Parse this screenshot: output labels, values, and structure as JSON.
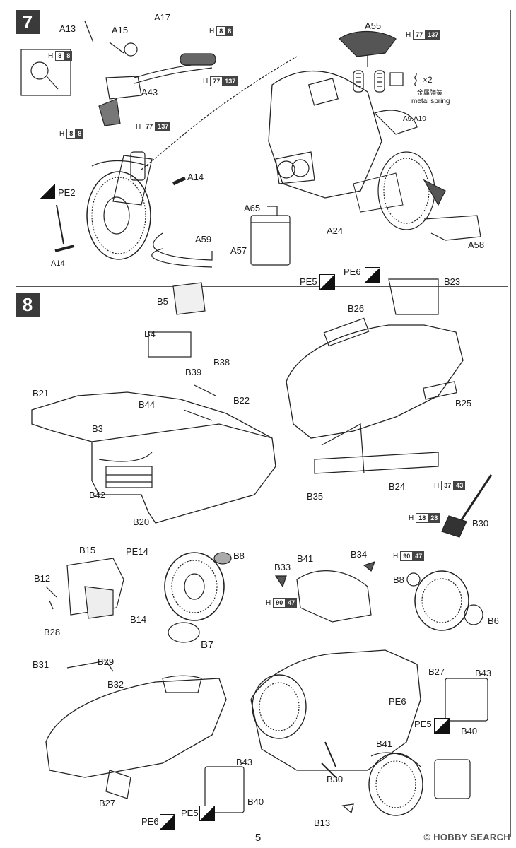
{
  "steps": [
    "7",
    "8"
  ],
  "page_number": "5",
  "watermark": "© HOBBY SEARCH",
  "notes": {
    "spring_count": "×2",
    "spring_cn": "金属弹簧",
    "spring_en": "metal spring"
  },
  "paint_codes": [
    {
      "h": "H",
      "a": "8",
      "b": "8"
    },
    {
      "h": "H",
      "a": "8",
      "b": "8"
    },
    {
      "h": "H",
      "a": "77",
      "b": "137"
    },
    {
      "h": "H",
      "a": "8",
      "b": "8"
    },
    {
      "h": "H",
      "a": "77",
      "b": "137"
    },
    {
      "h": "H",
      "a": "77",
      "b": "137"
    },
    {
      "h": "H",
      "a": "37",
      "b": "43"
    },
    {
      "h": "H",
      "a": "18",
      "b": "28"
    },
    {
      "h": "H",
      "a": "90",
      "b": "47"
    },
    {
      "h": "H",
      "a": "90",
      "b": "47"
    }
  ],
  "labels7": [
    "A13",
    "A15",
    "A17",
    "A43",
    "A55",
    "A9.A10",
    "A14",
    "PE2",
    "A14",
    "A59",
    "A65",
    "A57",
    "A24",
    "PE5",
    "PE6",
    "A58"
  ],
  "labels8": [
    "B5",
    "B4",
    "B39",
    "B38",
    "B21",
    "B44",
    "B22",
    "B3",
    "B42",
    "B20",
    "B23",
    "B26",
    "B25",
    "B35",
    "B24",
    "B30",
    "B15",
    "PE14",
    "B12",
    "B28",
    "B14",
    "B8",
    "B7",
    "B41",
    "B34",
    "B33",
    "B8",
    "B6",
    "B31",
    "B29",
    "B32",
    "B43",
    "B27",
    "PE6",
    "PE5",
    "B40",
    "B27",
    "B43",
    "PE6",
    "PE5",
    "B40",
    "B41",
    "B30",
    "B13"
  ]
}
